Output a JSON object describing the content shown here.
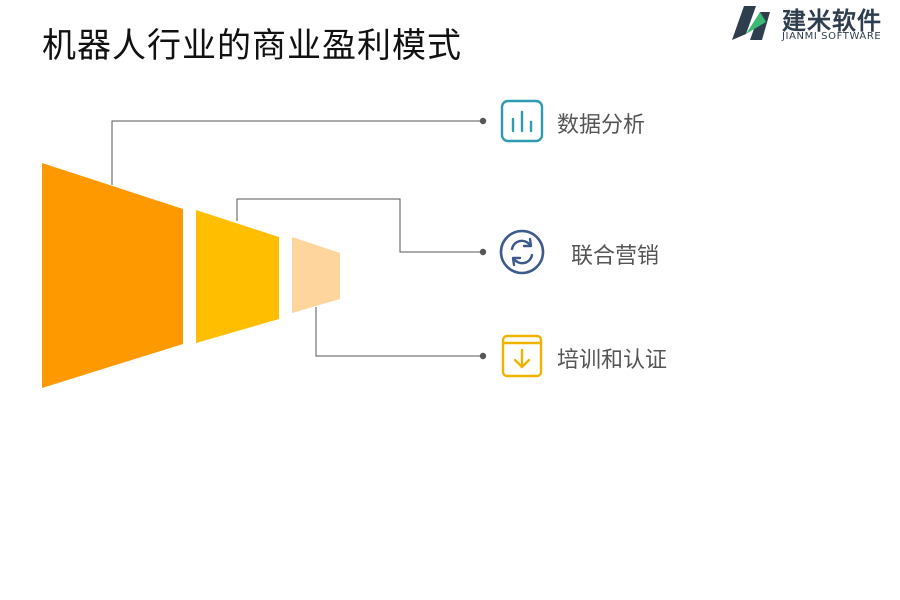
{
  "title": "机器人行业的商业盈利模式",
  "logo": {
    "name_cn": "建米软件",
    "name_en": "JIANMI SOFTWARE",
    "icon": "jianmi-logo-mark",
    "colors": {
      "dark": "#2f3e4f",
      "green": "#3bb873"
    }
  },
  "items": [
    {
      "label": "数据分析",
      "icon": "bar-chart-icon",
      "color": "#2e9bb0",
      "segment_color": "#ff9900"
    },
    {
      "label": "联合营销",
      "icon": "refresh-cycle-icon",
      "color": "#3d5a8a",
      "segment_color": "#ffbf00"
    },
    {
      "label": "培训和认证",
      "icon": "download-box-icon",
      "color": "#f0b400",
      "segment_color": "#ffd59e"
    }
  ],
  "connector_color": "#555555"
}
